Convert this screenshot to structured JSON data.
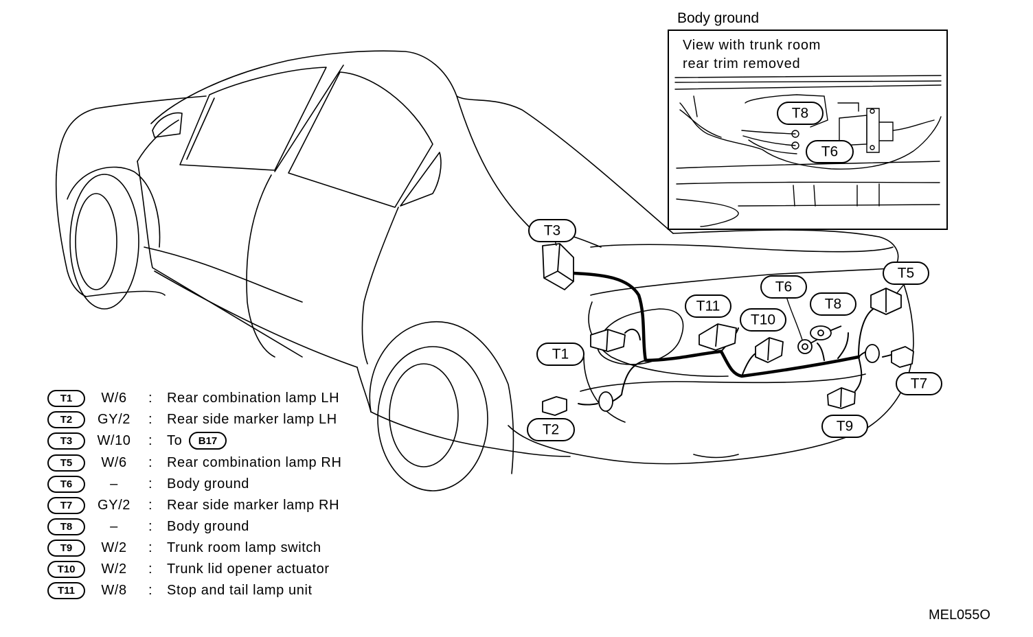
{
  "inset": {
    "title": "Body ground",
    "caption_line1": "View with trunk room",
    "caption_line2": "rear trim removed",
    "labels": [
      "T8",
      "T6"
    ]
  },
  "callouts": {
    "T1": "T1",
    "T2": "T2",
    "T3": "T3",
    "T5": "T5",
    "T6": "T6",
    "T7": "T7",
    "T8": "T8",
    "T9": "T9",
    "T10": "T10",
    "T11": "T11"
  },
  "legend": [
    {
      "code": "T1",
      "wire": "W/6",
      "desc": "Rear combination lamp LH"
    },
    {
      "code": "T2",
      "wire": "GY/2",
      "desc": "Rear side marker lamp LH"
    },
    {
      "code": "T3",
      "wire": "W/10",
      "desc": "To",
      "ref": "B17"
    },
    {
      "code": "T5",
      "wire": "W/6",
      "desc": "Rear combination lamp RH"
    },
    {
      "code": "T6",
      "wire": "–",
      "desc": "Body ground"
    },
    {
      "code": "T7",
      "wire": "GY/2",
      "desc": "Rear side marker lamp RH"
    },
    {
      "code": "T8",
      "wire": "–",
      "desc": "Body ground"
    },
    {
      "code": "T9",
      "wire": "W/2",
      "desc": "Trunk room lamp switch"
    },
    {
      "code": "T10",
      "wire": "W/2",
      "desc": "Trunk lid opener actuator"
    },
    {
      "code": "T11",
      "wire": "W/8",
      "desc": "Stop and tail lamp unit"
    }
  ],
  "colon": ":",
  "figure_id": "MEL055O"
}
